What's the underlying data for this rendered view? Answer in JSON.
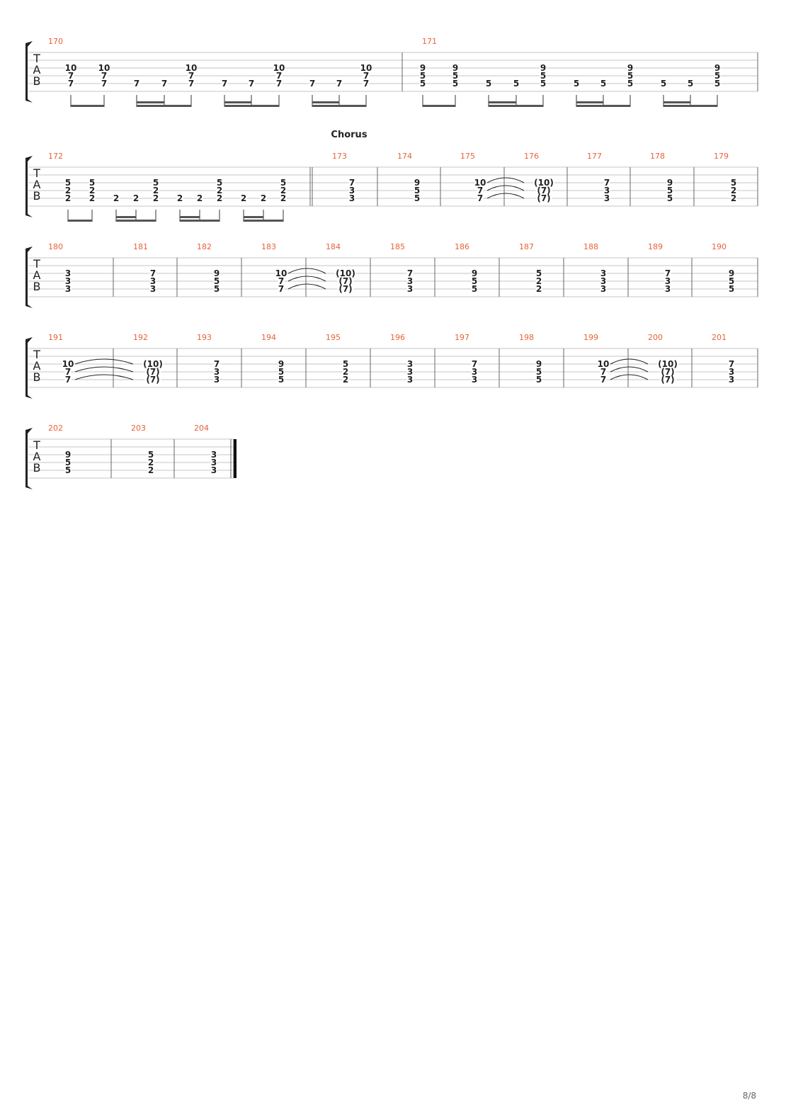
{
  "page": {
    "number": "8/8"
  },
  "tab_clef": [
    "T",
    "A",
    "B"
  ],
  "sections": [
    {
      "row": 1,
      "measure": 173,
      "label": "Chorus"
    }
  ],
  "systems": [
    {
      "measures": [
        {
          "number": "170",
          "notes": [
            {
              "frets": [
                "10",
                "7",
                "7"
              ],
              "strings": [
                3,
                4,
                5
              ]
            },
            {
              "frets": [
                "10",
                "7",
                "7"
              ],
              "strings": [
                3,
                4,
                5
              ]
            },
            {
              "frets": [
                "7"
              ],
              "strings": [
                5
              ]
            },
            {
              "frets": [
                "7"
              ],
              "strings": [
                5
              ]
            },
            {
              "frets": [
                "10",
                "7",
                "7"
              ],
              "strings": [
                3,
                4,
                5
              ]
            },
            {
              "frets": [
                "7"
              ],
              "strings": [
                5
              ]
            },
            {
              "frets": [
                "7"
              ],
              "strings": [
                5
              ]
            },
            {
              "frets": [
                "10",
                "7",
                "7"
              ],
              "strings": [
                3,
                4,
                5
              ]
            },
            {
              "frets": [
                "7"
              ],
              "strings": [
                5
              ]
            },
            {
              "frets": [
                "7"
              ],
              "strings": [
                5
              ]
            },
            {
              "frets": [
                "10",
                "7",
                "7"
              ],
              "strings": [
                3,
                4,
                5
              ]
            }
          ],
          "beams": [
            [
              0,
              1,
              1
            ],
            [
              2,
              4,
              2
            ],
            [
              5,
              7,
              2
            ],
            [
              8,
              10,
              2
            ]
          ]
        },
        {
          "number": "171",
          "notes": [
            {
              "frets": [
                "9",
                "5",
                "5"
              ],
              "strings": [
                3,
                4,
                5
              ]
            },
            {
              "frets": [
                "9",
                "5",
                "5"
              ],
              "strings": [
                3,
                4,
                5
              ]
            },
            {
              "frets": [
                "5"
              ],
              "strings": [
                5
              ]
            },
            {
              "frets": [
                "5"
              ],
              "strings": [
                5
              ]
            },
            {
              "frets": [
                "9",
                "5",
                "5"
              ],
              "strings": [
                3,
                4,
                5
              ]
            },
            {
              "frets": [
                "5"
              ],
              "strings": [
                5
              ]
            },
            {
              "frets": [
                "5"
              ],
              "strings": [
                5
              ]
            },
            {
              "frets": [
                "9",
                "5",
                "5"
              ],
              "strings": [
                3,
                4,
                5
              ]
            },
            {
              "frets": [
                "5"
              ],
              "strings": [
                5
              ]
            },
            {
              "frets": [
                "5"
              ],
              "strings": [
                5
              ]
            },
            {
              "frets": [
                "9",
                "5",
                "5"
              ],
              "strings": [
                3,
                4,
                5
              ]
            }
          ],
          "beams": [
            [
              0,
              1,
              1
            ],
            [
              2,
              4,
              2
            ],
            [
              5,
              7,
              2
            ],
            [
              8,
              10,
              2
            ]
          ]
        }
      ]
    },
    {
      "measures": [
        {
          "number": "172",
          "notes": [
            {
              "frets": [
                "5",
                "2",
                "2"
              ],
              "strings": [
                3,
                4,
                5
              ]
            },
            {
              "frets": [
                "5",
                "2",
                "2"
              ],
              "strings": [
                3,
                4,
                5
              ]
            },
            {
              "frets": [
                "2"
              ],
              "strings": [
                5
              ]
            },
            {
              "frets": [
                "2"
              ],
              "strings": [
                5
              ]
            },
            {
              "frets": [
                "5",
                "2",
                "2"
              ],
              "strings": [
                3,
                4,
                5
              ]
            },
            {
              "frets": [
                "2"
              ],
              "strings": [
                5
              ]
            },
            {
              "frets": [
                "2"
              ],
              "strings": [
                5
              ]
            },
            {
              "frets": [
                "5",
                "2",
                "2"
              ],
              "strings": [
                3,
                4,
                5
              ]
            },
            {
              "frets": [
                "2"
              ],
              "strings": [
                5
              ]
            },
            {
              "frets": [
                "2"
              ],
              "strings": [
                5
              ]
            },
            {
              "frets": [
                "5",
                "2",
                "2"
              ],
              "strings": [
                3,
                4,
                5
              ]
            }
          ],
          "beams": [
            [
              0,
              1,
              1
            ],
            [
              2,
              4,
              2
            ],
            [
              5,
              7,
              2
            ],
            [
              8,
              10,
              2
            ]
          ]
        },
        {
          "number": "173",
          "notes": [
            {
              "frets": [
                "7",
                "3",
                "3"
              ],
              "strings": [
                3,
                4,
                5
              ]
            }
          ]
        },
        {
          "number": "174",
          "notes": [
            {
              "frets": [
                "9",
                "5",
                "5"
              ],
              "strings": [
                3,
                4,
                5
              ]
            }
          ]
        },
        {
          "number": "175",
          "notes": [
            {
              "frets": [
                "10",
                "7",
                "7"
              ],
              "strings": [
                3,
                4,
                5
              ],
              "tie": true
            }
          ]
        },
        {
          "number": "176",
          "notes": [
            {
              "frets": [
                "(10)",
                "(7)",
                "(7)"
              ],
              "strings": [
                3,
                4,
                5
              ]
            }
          ]
        },
        {
          "number": "177",
          "notes": [
            {
              "frets": [
                "7",
                "3",
                "3"
              ],
              "strings": [
                3,
                4,
                5
              ]
            }
          ]
        },
        {
          "number": "178",
          "notes": [
            {
              "frets": [
                "9",
                "5",
                "5"
              ],
              "strings": [
                3,
                4,
                5
              ]
            }
          ]
        },
        {
          "number": "179",
          "notes": [
            {
              "frets": [
                "5",
                "2",
                "2"
              ],
              "strings": [
                3,
                4,
                5
              ]
            }
          ]
        }
      ]
    },
    {
      "measures": [
        {
          "number": "180",
          "notes": [
            {
              "frets": [
                "3",
                "3",
                "3"
              ],
              "strings": [
                3,
                4,
                5
              ]
            }
          ]
        },
        {
          "number": "181",
          "notes": [
            {
              "frets": [
                "7",
                "3",
                "3"
              ],
              "strings": [
                3,
                4,
                5
              ]
            }
          ]
        },
        {
          "number": "182",
          "notes": [
            {
              "frets": [
                "9",
                "5",
                "5"
              ],
              "strings": [
                3,
                4,
                5
              ]
            }
          ]
        },
        {
          "number": "183",
          "notes": [
            {
              "frets": [
                "10",
                "7",
                "7"
              ],
              "strings": [
                3,
                4,
                5
              ],
              "tie": true
            }
          ]
        },
        {
          "number": "184",
          "notes": [
            {
              "frets": [
                "(10)",
                "(7)",
                "(7)"
              ],
              "strings": [
                3,
                4,
                5
              ]
            }
          ]
        },
        {
          "number": "185",
          "notes": [
            {
              "frets": [
                "7",
                "3",
                "3"
              ],
              "strings": [
                3,
                4,
                5
              ]
            }
          ]
        },
        {
          "number": "186",
          "notes": [
            {
              "frets": [
                "9",
                "5",
                "5"
              ],
              "strings": [
                3,
                4,
                5
              ]
            }
          ]
        },
        {
          "number": "187",
          "notes": [
            {
              "frets": [
                "5",
                "2",
                "2"
              ],
              "strings": [
                3,
                4,
                5
              ]
            }
          ]
        },
        {
          "number": "188",
          "notes": [
            {
              "frets": [
                "3",
                "3",
                "3"
              ],
              "strings": [
                3,
                4,
                5
              ]
            }
          ]
        },
        {
          "number": "189",
          "notes": [
            {
              "frets": [
                "7",
                "3",
                "3"
              ],
              "strings": [
                3,
                4,
                5
              ]
            }
          ]
        },
        {
          "number": "190",
          "notes": [
            {
              "frets": [
                "9",
                "5",
                "5"
              ],
              "strings": [
                3,
                4,
                5
              ]
            }
          ]
        }
      ]
    },
    {
      "measures": [
        {
          "number": "191",
          "notes": [
            {
              "frets": [
                "10",
                "7",
                "7"
              ],
              "strings": [
                3,
                4,
                5
              ],
              "tie": true
            }
          ]
        },
        {
          "number": "192",
          "notes": [
            {
              "frets": [
                "(10)",
                "(7)",
                "(7)"
              ],
              "strings": [
                3,
                4,
                5
              ]
            }
          ]
        },
        {
          "number": "193",
          "notes": [
            {
              "frets": [
                "7",
                "3",
                "3"
              ],
              "strings": [
                3,
                4,
                5
              ]
            }
          ]
        },
        {
          "number": "194",
          "notes": [
            {
              "frets": [
                "9",
                "5",
                "5"
              ],
              "strings": [
                3,
                4,
                5
              ]
            }
          ]
        },
        {
          "number": "195",
          "notes": [
            {
              "frets": [
                "5",
                "2",
                "2"
              ],
              "strings": [
                3,
                4,
                5
              ]
            }
          ]
        },
        {
          "number": "196",
          "notes": [
            {
              "frets": [
                "3",
                "3",
                "3"
              ],
              "strings": [
                3,
                4,
                5
              ]
            }
          ]
        },
        {
          "number": "197",
          "notes": [
            {
              "frets": [
                "7",
                "3",
                "3"
              ],
              "strings": [
                3,
                4,
                5
              ]
            }
          ]
        },
        {
          "number": "198",
          "notes": [
            {
              "frets": [
                "9",
                "5",
                "5"
              ],
              "strings": [
                3,
                4,
                5
              ]
            }
          ]
        },
        {
          "number": "199",
          "notes": [
            {
              "frets": [
                "10",
                "7",
                "7"
              ],
              "strings": [
                3,
                4,
                5
              ],
              "tie": true
            }
          ]
        },
        {
          "number": "200",
          "notes": [
            {
              "frets": [
                "(10)",
                "(7)",
                "(7)"
              ],
              "strings": [
                3,
                4,
                5
              ]
            }
          ]
        },
        {
          "number": "201",
          "notes": [
            {
              "frets": [
                "7",
                "3",
                "3"
              ],
              "strings": [
                3,
                4,
                5
              ]
            }
          ]
        }
      ]
    },
    {
      "measures": [
        {
          "number": "202",
          "notes": [
            {
              "frets": [
                "9",
                "5",
                "5"
              ],
              "strings": [
                3,
                4,
                5
              ]
            }
          ]
        },
        {
          "number": "203",
          "notes": [
            {
              "frets": [
                "5",
                "2",
                "2"
              ],
              "strings": [
                3,
                4,
                5
              ]
            }
          ]
        },
        {
          "number": "204",
          "notes": [
            {
              "frets": [
                "3",
                "3",
                "3"
              ],
              "strings": [
                3,
                4,
                5
              ]
            }
          ]
        }
      ]
    }
  ],
  "colors": {
    "measure_number": "#e8623a",
    "staff_line": "#c4c4c4",
    "ink": "#222222"
  }
}
